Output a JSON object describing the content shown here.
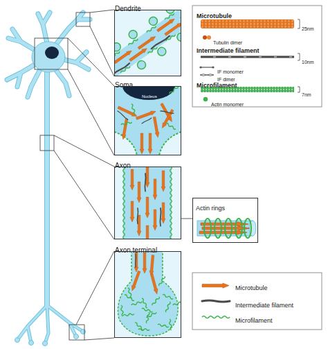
{
  "diagram": {
    "nodes": [
      {
        "text": [
          "Dendrite"
        ]
      },
      {
        "text": [
          "Soma"
        ]
      },
      {
        "text": [
          "Axon"
        ]
      },
      {
        "text": [
          "Axon terminal"
        ]
      },
      {
        "text": [
          "Actin rings"
        ]
      }
    ],
    "edges": [
      {
        "from": 2,
        "to": 4,
        "arrow": "none"
      }
    ],
    "labels": [
      "Nucleus",
      "Microtubule",
      "25nm",
      "Tubulin dimer",
      "Intermediate filament",
      "10nm",
      "IF monomer",
      "IF dimer",
      "Microfilament",
      "7nm",
      "Actin monomer"
    ],
    "legend": [
      {
        "text": "Microtubule"
      },
      {
        "text": "Intermediate filament"
      },
      {
        "text": "Microfilament"
      }
    ]
  }
}
